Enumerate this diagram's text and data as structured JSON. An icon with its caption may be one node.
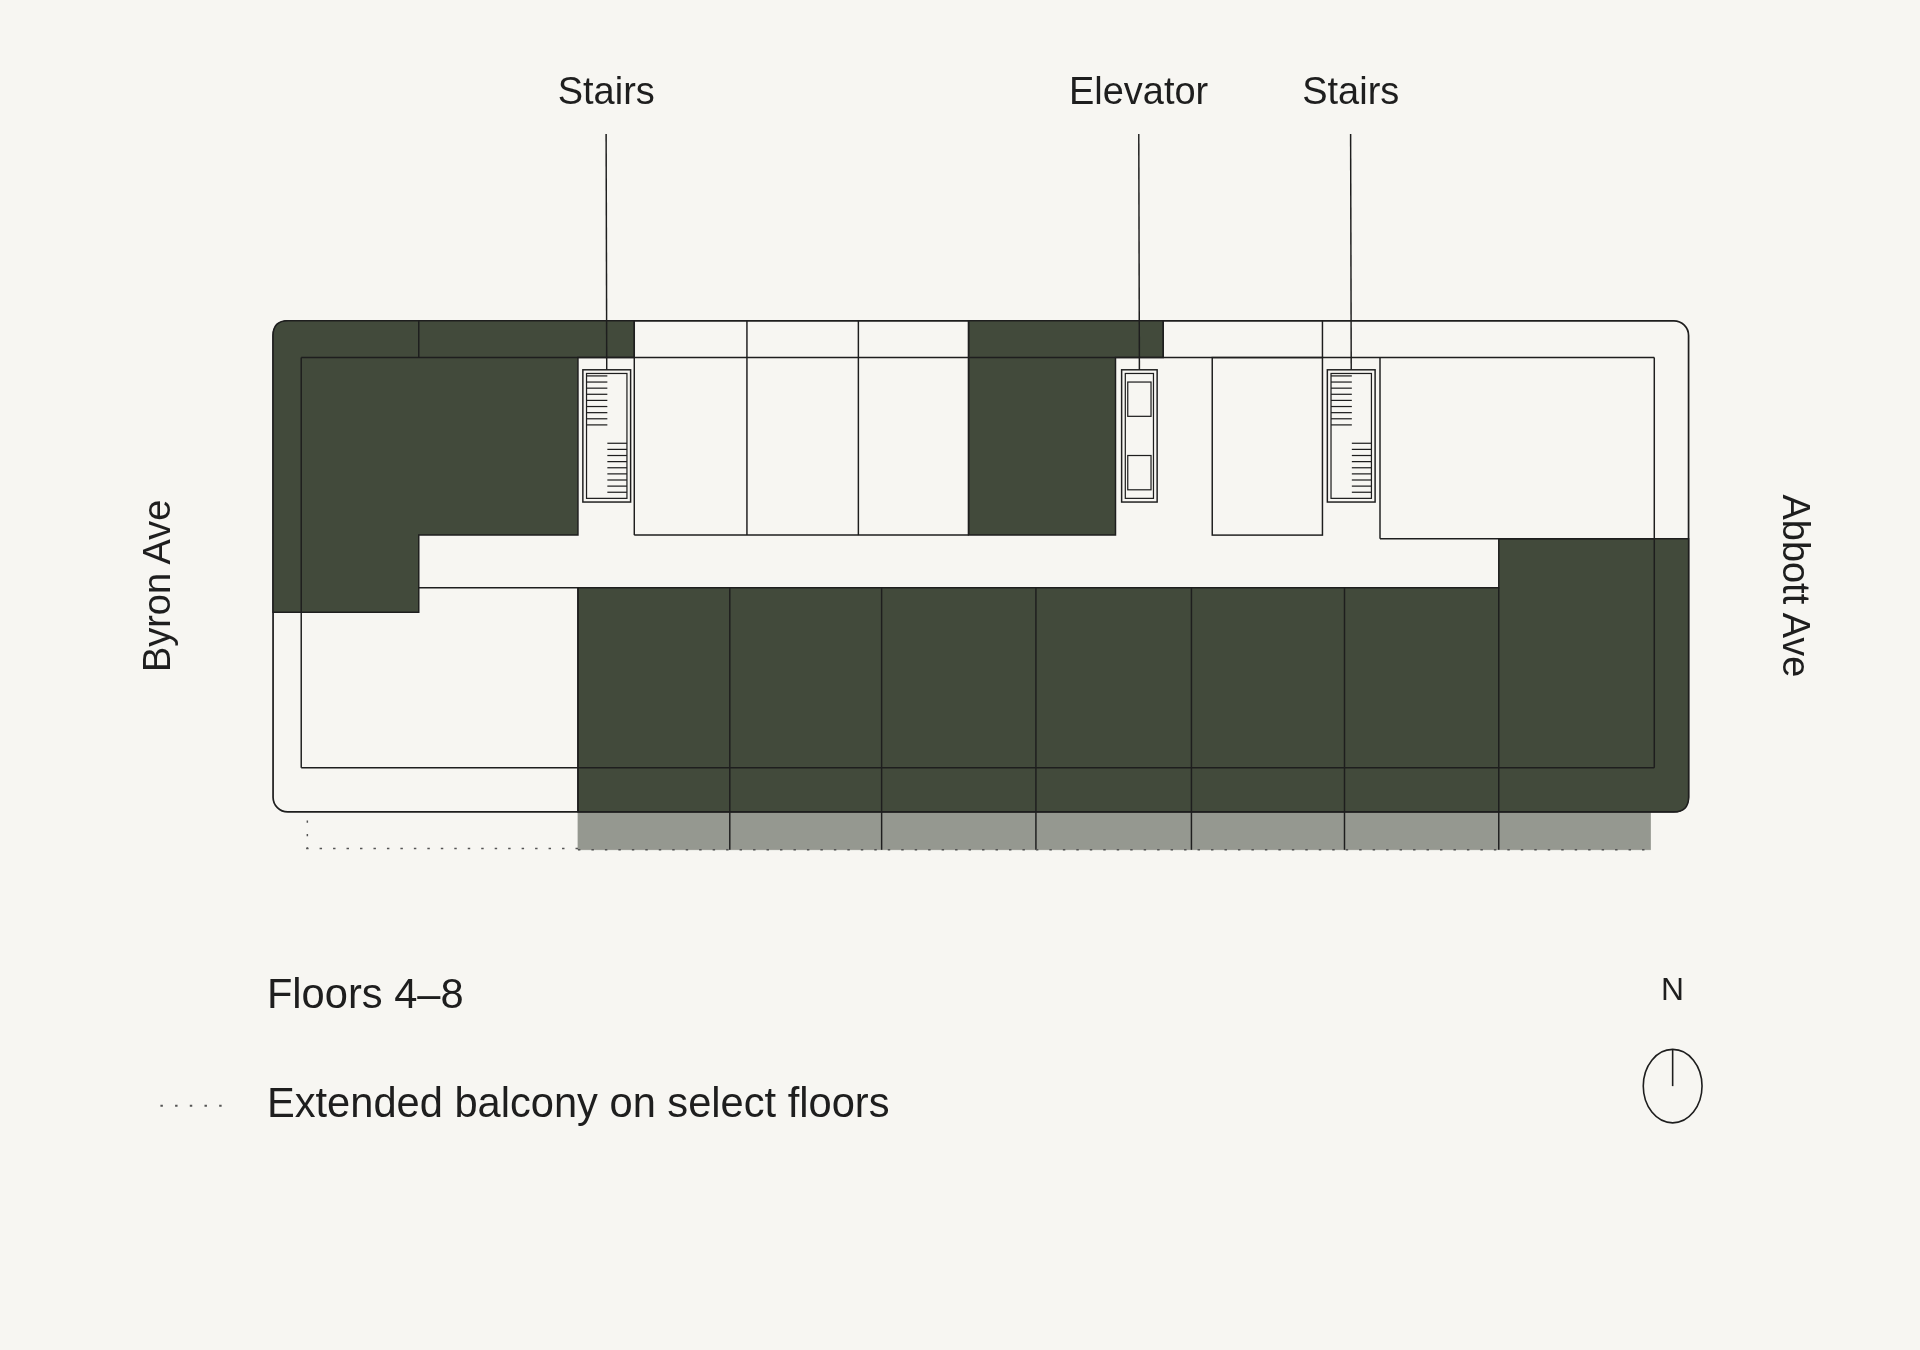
{
  "diagram": {
    "nodes": [
      {
        "text": [
          "Stairs"
        ]
      },
      {
        "text": [
          "Elevator"
        ]
      },
      {
        "text": [
          "Stairs"
        ]
      },
      {
        "text": [],
        "shape": "picture"
      },
      {
        "text": [],
        "shape": "picture"
      },
      {
        "text": [],
        "shape": "picture"
      }
    ],
    "edges": [
      {
        "from": 0,
        "to": 3,
        "arrow": "none"
      },
      {
        "from": 1,
        "to": 4,
        "arrow": "none"
      },
      {
        "from": 2,
        "to": 5,
        "arrow": "none"
      }
    ],
    "labels": [
      "Byron Ave",
      "Abbott Ave",
      "Floors 4–8",
      "N"
    ],
    "legend": [
      {
        "text": "Extended balcony on select floors"
      }
    ]
  }
}
